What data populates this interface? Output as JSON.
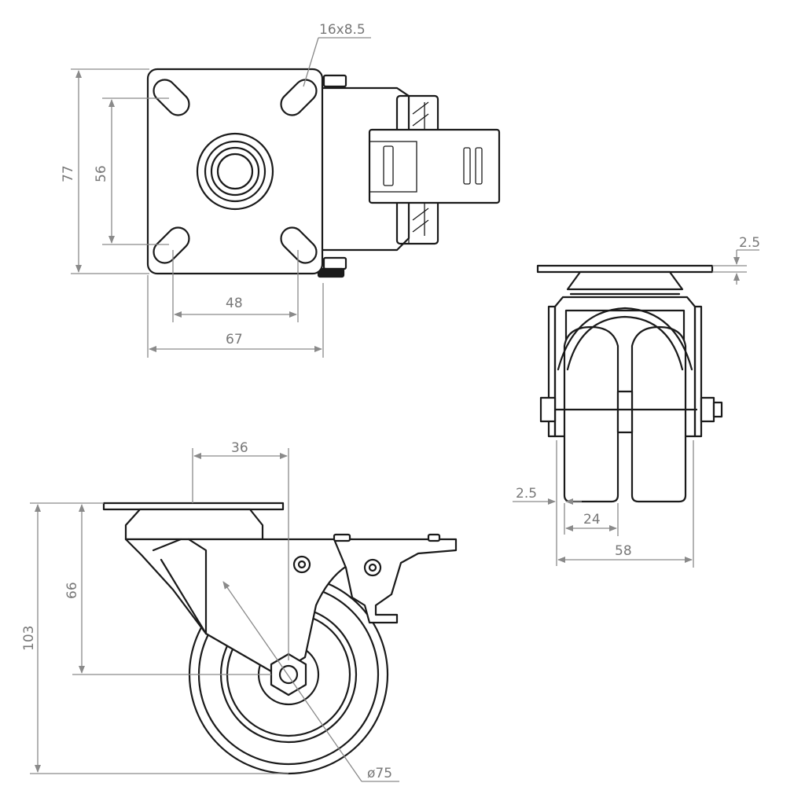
{
  "dimensions": {
    "slot": "16x8.5",
    "plate_height": "77",
    "hole_spacing_vertical": "56",
    "hole_spacing_horizontal": "48",
    "plate_width": "67",
    "plate_thickness": "2.5",
    "side_clearance": "2.5",
    "wheel_width": "24",
    "overall_width": "58",
    "offset": "36",
    "axle_height": "66",
    "total_height": "103",
    "wheel_diameter": "ø75"
  }
}
